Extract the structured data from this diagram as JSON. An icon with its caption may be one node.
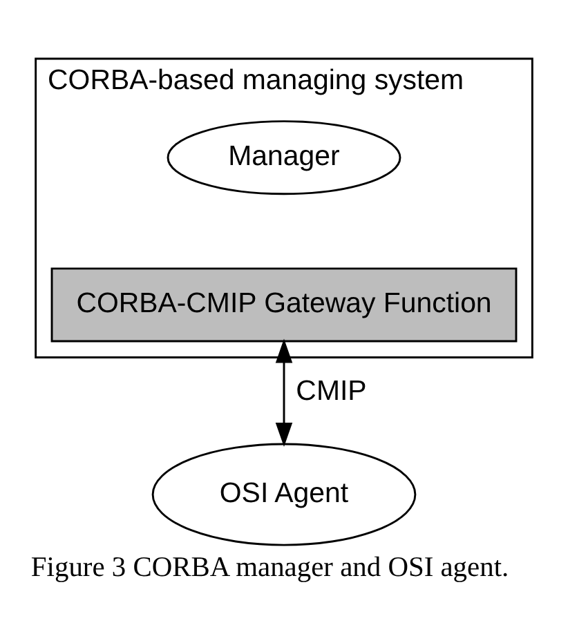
{
  "diagram": {
    "caption": "Figure 3 CORBA manager and OSI agent.",
    "nodes": [
      {
        "text": [
          "CORBA-based managing system"
        ]
      },
      {
        "text": [
          "Manager"
        ],
        "in": 0
      },
      {
        "text": [
          "CORBA-CMIP Gateway Function"
        ],
        "in": 0
      },
      {
        "text": [
          "OSI Agent"
        ]
      }
    ],
    "edges": [
      {
        "from": 2,
        "to": 3,
        "arrow": "both",
        "label": "CMIP"
      }
    ]
  }
}
